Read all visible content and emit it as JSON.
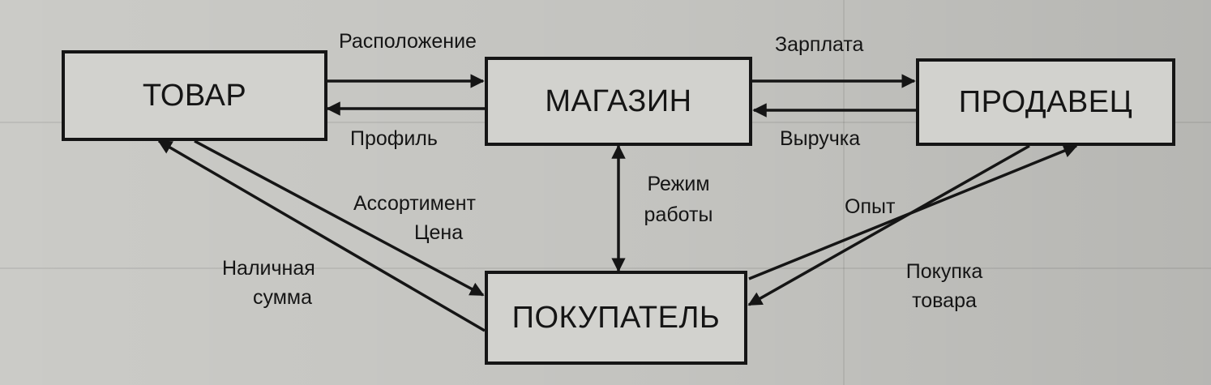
{
  "diagram": {
    "nodes": {
      "tovar": "ТОВАР",
      "magazin": "МАГАЗИН",
      "prodavets": "ПРОДАВЕЦ",
      "pokupatel": "ПОКУПАТЕЛЬ"
    },
    "labels": {
      "raspolozhenie": "Расположение",
      "profil": "Профиль",
      "zarplata": "Зарплата",
      "vyruchka": "Выручка",
      "assortiment": "Ассортимент",
      "tsena": "Цена",
      "nalichnaya": "Наличная",
      "summa": "сумма",
      "rezhim": "Режим",
      "raboty": "работы",
      "opyt": "Опыт",
      "pokupka": "Покупка",
      "tovara": "товара"
    },
    "colors": {
      "ink": "#151515",
      "paper": "#cbcbc7"
    }
  }
}
